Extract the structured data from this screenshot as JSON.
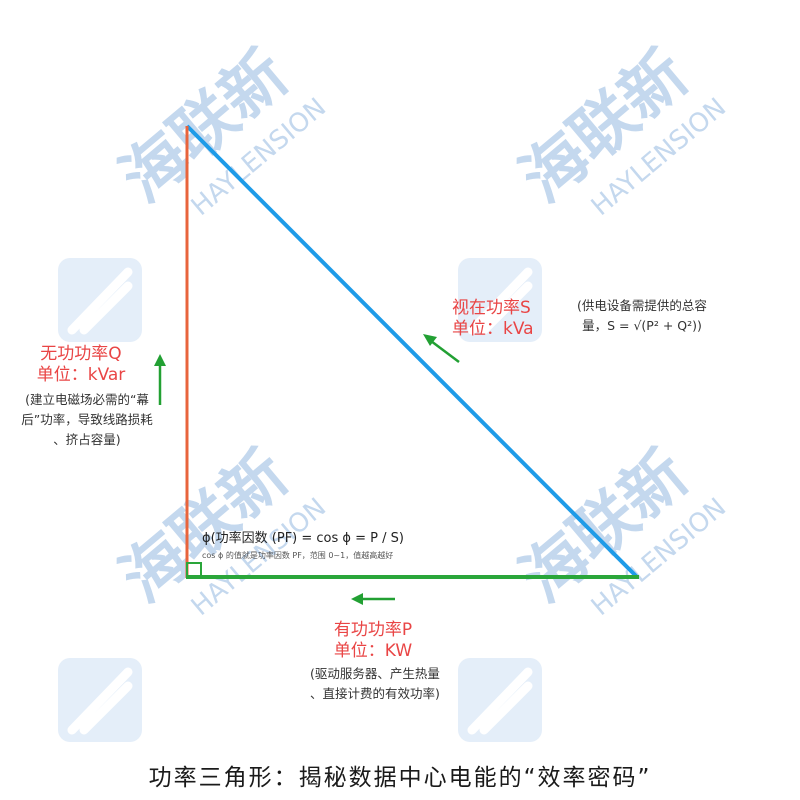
{
  "diagram": {
    "caption": "功率三角形：揭秘数据中心电能的“效率密码”",
    "colors": {
      "hypotenuse": "#1e9be8",
      "vertical_side": "#e8643c",
      "horizontal_side": "#2aa63a",
      "arrow": "#22a033",
      "label_red": "#e94545",
      "watermark": "#c4d8ee"
    },
    "watermark": {
      "logo_text": "海联新",
      "brand_text": "HAYLENSION"
    },
    "reactive_power": {
      "title": "无功功率Q",
      "unit": "单位：kVar",
      "note_line1": "(建立电磁场必需的“幕",
      "note_line2": "后”功率，导致线路损耗",
      "note_line3": "、挤占容量)"
    },
    "apparent_power": {
      "title": "视在功率S",
      "unit": "单位：kVa",
      "note_line1": "(供电设备需提供的总容",
      "note_line2": "量，S = √(P² + Q²))"
    },
    "active_power": {
      "title": "有功功率P",
      "unit": "单位：KW",
      "note_line1": "(驱动服务器、产生热量",
      "note_line2": "、直接计费的有效功率)"
    },
    "power_factor": {
      "main": "ϕ(功率因数 (PF) = cos ϕ = P / S)",
      "sub": "cos ϕ 的值就是功率因数 PF，范围 0~1，值越高越好"
    }
  }
}
